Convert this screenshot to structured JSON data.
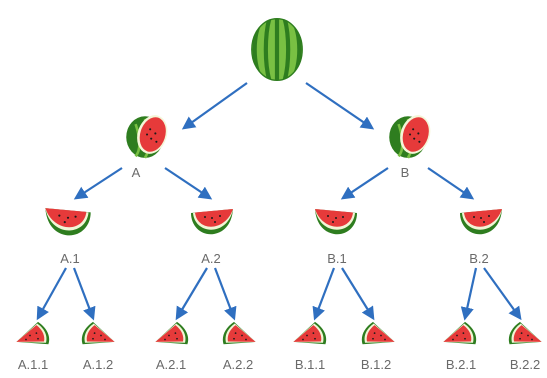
{
  "tree": {
    "root": {
      "icon": "whole-watermelon-icon",
      "label": ""
    },
    "level1": [
      {
        "id": "A",
        "label": "A",
        "icon": "half-watermelon-icon"
      },
      {
        "id": "B",
        "label": "B",
        "icon": "half-watermelon-icon"
      }
    ],
    "level2": [
      {
        "id": "A.1",
        "label": "A.1",
        "parent": "A",
        "icon": "watermelon-wedge-icon"
      },
      {
        "id": "A.2",
        "label": "A.2",
        "parent": "A",
        "icon": "watermelon-wedge-icon"
      },
      {
        "id": "B.1",
        "label": "B.1",
        "parent": "B",
        "icon": "watermelon-wedge-icon"
      },
      {
        "id": "B.2",
        "label": "B.2",
        "parent": "B",
        "icon": "watermelon-wedge-icon"
      }
    ],
    "level3": [
      {
        "id": "A.1.1",
        "label": "A.1.1",
        "parent": "A.1",
        "icon": "watermelon-slice-icon"
      },
      {
        "id": "A.1.2",
        "label": "A.1.2",
        "parent": "A.1",
        "icon": "watermelon-slice-icon"
      },
      {
        "id": "A.2.1",
        "label": "A.2.1",
        "parent": "A.2",
        "icon": "watermelon-slice-icon"
      },
      {
        "id": "A.2.2",
        "label": "A.2.2",
        "parent": "A.2",
        "icon": "watermelon-slice-icon"
      },
      {
        "id": "B.1.1",
        "label": "B.1.1",
        "parent": "B.1",
        "icon": "watermelon-slice-icon"
      },
      {
        "id": "B.1.2",
        "label": "B.1.2",
        "parent": "B.1",
        "icon": "watermelon-slice-icon"
      },
      {
        "id": "B.2.1",
        "label": "B.2.1",
        "parent": "B.2",
        "icon": "watermelon-slice-icon"
      },
      {
        "id": "B.2.2",
        "label": "B.2.2",
        "parent": "B.2",
        "icon": "watermelon-slice-icon"
      }
    ]
  },
  "colors": {
    "arrow": "#2f6fc0",
    "rind_dark": "#2e7d1f",
    "rind_light": "#79c043",
    "flesh": "#e63a3a",
    "seed": "#1a1a1a",
    "label": "#6a6a6a"
  }
}
